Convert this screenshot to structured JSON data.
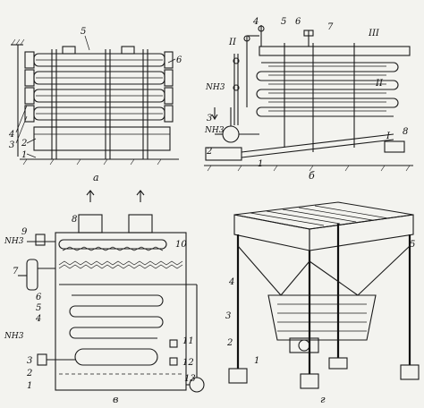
{
  "figure": {
    "panels": {
      "a": {
        "caption": "а",
        "labels": [
          "5",
          "6",
          "4",
          "3",
          "2",
          "1"
        ]
      },
      "b": {
        "caption": "б",
        "labels": [
          "4",
          "5",
          "6",
          "7",
          "III",
          "II",
          "II",
          "3",
          "2",
          "1",
          "I",
          "8"
        ],
        "nh3_labels": [
          "NH3",
          "NH3"
        ]
      },
      "v": {
        "caption": "в",
        "labels": [
          "8",
          "9",
          "10",
          "7",
          "6",
          "5",
          "4",
          "3",
          "2",
          "1",
          "11",
          "12",
          "13"
        ],
        "nh3_labels": [
          "NH3",
          "NH3"
        ]
      },
      "g": {
        "caption": "г",
        "labels": [
          "5",
          "4",
          "3",
          "2",
          "1"
        ]
      }
    }
  }
}
